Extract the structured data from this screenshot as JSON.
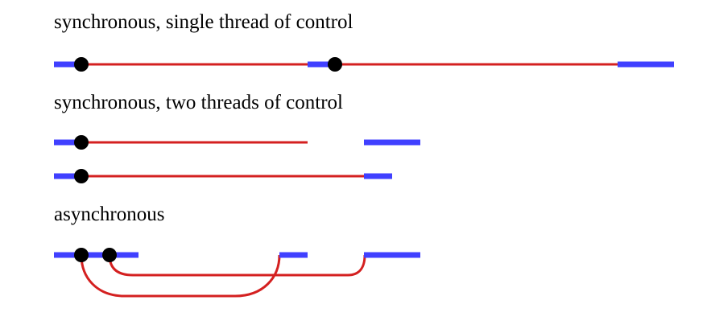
{
  "colors": {
    "work": "#4040ff",
    "wait": "#d42020",
    "call": "#000000"
  },
  "sections": [
    {
      "id": "sync-single",
      "title": "synchronous, single thread of control"
    },
    {
      "id": "sync-two",
      "title": "synchronous, two threads of control"
    },
    {
      "id": "async",
      "title": "asynchronous"
    }
  ]
}
